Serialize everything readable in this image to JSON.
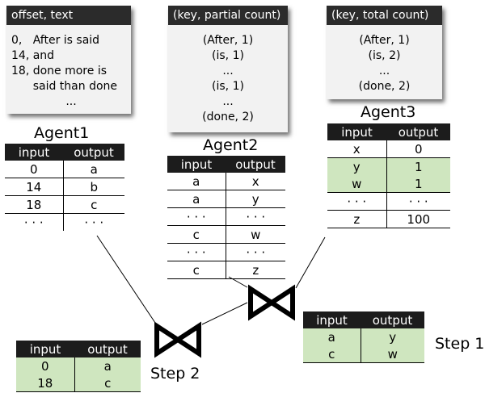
{
  "cards": {
    "card1": {
      "header": "offset, text",
      "lines": [
        "0,   After is said",
        "14, and",
        "18, done more is",
        "      said than done",
        "..."
      ]
    },
    "card2": {
      "header": "(key, partial count)",
      "lines": [
        "(After, 1)",
        "(is, 1)",
        "...",
        "(is, 1)",
        "...",
        "(done, 2)"
      ]
    },
    "card3": {
      "header": "(key, total count)",
      "lines": [
        "(After, 1)",
        "(is, 2)",
        "...",
        "(done, 2)"
      ]
    }
  },
  "agents": {
    "agent1": {
      "label": "Agent1",
      "columns": [
        "input",
        "output"
      ],
      "rows": [
        [
          "0",
          "a"
        ],
        [
          "14",
          "b"
        ],
        [
          "18",
          "c"
        ],
        [
          "· · ·",
          "· · ·"
        ]
      ]
    },
    "agent2": {
      "label": "Agent2",
      "columns": [
        "input",
        "output"
      ],
      "rows": [
        [
          "a",
          "x"
        ],
        [
          "a",
          "y"
        ],
        [
          "· · ·",
          "· · ·"
        ],
        [
          "c",
          "w"
        ],
        [
          "· · ·",
          "· · ·"
        ],
        [
          "c",
          "z"
        ]
      ]
    },
    "agent3": {
      "label": "Agent3",
      "columns": [
        "input",
        "output"
      ],
      "rows": [
        [
          "x",
          "0"
        ],
        [
          "y",
          "1"
        ],
        [
          "w",
          "1"
        ],
        [
          "· · ·",
          "· · ·"
        ],
        [
          "z",
          "100"
        ]
      ]
    }
  },
  "steps": {
    "step1": {
      "label": "Step 1",
      "columns": [
        "input",
        "output"
      ],
      "rows": [
        [
          "a",
          "y"
        ],
        [
          "c",
          "w"
        ]
      ]
    },
    "step2": {
      "label": "Step 2",
      "columns": [
        "input",
        "output"
      ],
      "rows": [
        [
          "0",
          "a"
        ],
        [
          "18",
          "c"
        ]
      ]
    }
  },
  "colors": {
    "highlight": "#cfe6bf",
    "header_bg": "#1c1c1c",
    "card_bg": "#f2f2f2"
  },
  "icons": {
    "join": "bowtie-join-icon"
  }
}
